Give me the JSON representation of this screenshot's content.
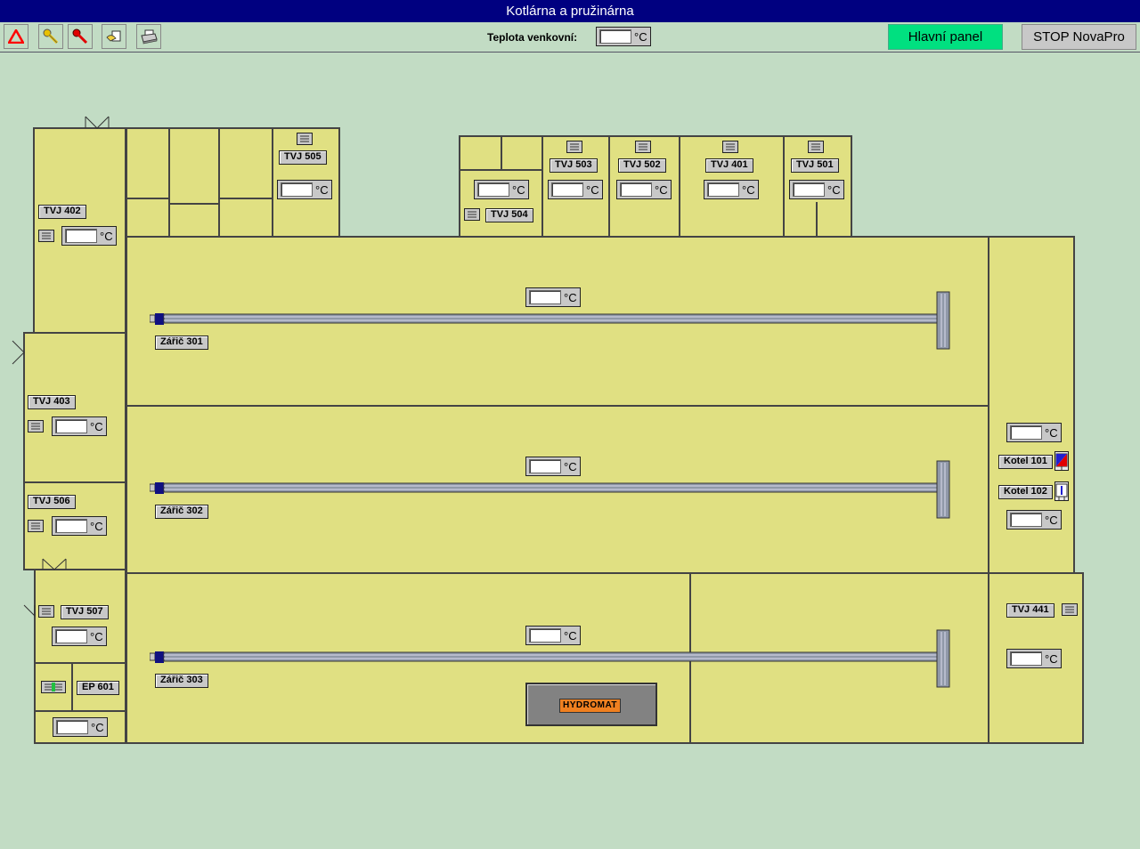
{
  "window": {
    "title": "Kotlárna a pružinárna"
  },
  "toolbar": {
    "outdoor_label": "Teplota venkovní:",
    "outdoor_unit": "°C",
    "outdoor_value": "",
    "main_panel": "Hlavní panel",
    "stop": "STOP NovaPro",
    "icons": [
      "alarm-triangle-icon",
      "key-yellow-icon",
      "key-red-icon",
      "hand-note-icon",
      "printer-icon"
    ],
    "colors": {
      "main_panel_bg": "#00e080",
      "stop_bg": "#c8c8c8",
      "alarm": "#ff0000"
    }
  },
  "units": {
    "tvj505": "TVJ 505",
    "tvj402": "TVJ 402",
    "tvj403": "TVJ 403",
    "tvj506": "TVJ 506",
    "tvj507": "TVJ 507",
    "ep601": "EP 601",
    "tvj504": "TVJ 504",
    "tvj503": "TVJ 503",
    "tvj502": "TVJ 502",
    "tvj401": "TVJ 401",
    "tvj501": "TVJ 501",
    "tvj441": "TVJ 441",
    "kotel101": "Kotel 101",
    "kotel102": "Kotel 102",
    "zaric301": "Zářič 301",
    "zaric302": "Zářič 302",
    "zaric303": "Zářič 303",
    "hydromat": "HYDROMAT"
  },
  "temp_unit": "°C",
  "colors": {
    "room": "#e0e082",
    "background": "#c2dcc4",
    "title": "#000080",
    "hydromat": "#f08020"
  }
}
